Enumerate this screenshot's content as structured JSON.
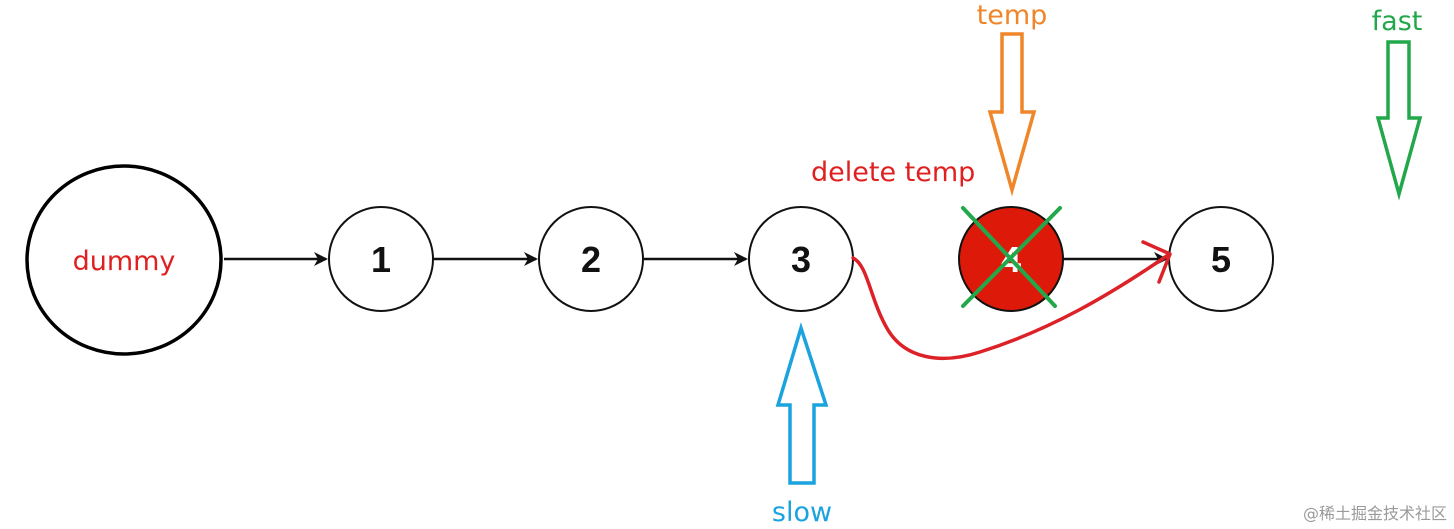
{
  "nodes": [
    {
      "id": "dummy",
      "label": "dummy"
    },
    {
      "id": "n1",
      "label": "1"
    },
    {
      "id": "n2",
      "label": "2"
    },
    {
      "id": "n3",
      "label": "3"
    },
    {
      "id": "n4",
      "label": "4",
      "deleted": true
    },
    {
      "id": "n5",
      "label": "5"
    }
  ],
  "pointers": {
    "temp": {
      "label": "temp",
      "color": "#f0862a"
    },
    "fast": {
      "label": "fast",
      "color": "#22a84a"
    },
    "slow": {
      "label": "slow",
      "color": "#1aa3de"
    }
  },
  "annotation": {
    "label": "delete temp",
    "color": "#e02020"
  },
  "colors": {
    "deleted_node_fill": "#dd1a0a",
    "cross": "#22a84a",
    "arrow": "#111111"
  },
  "watermark": "@稀土掘金技术社区"
}
